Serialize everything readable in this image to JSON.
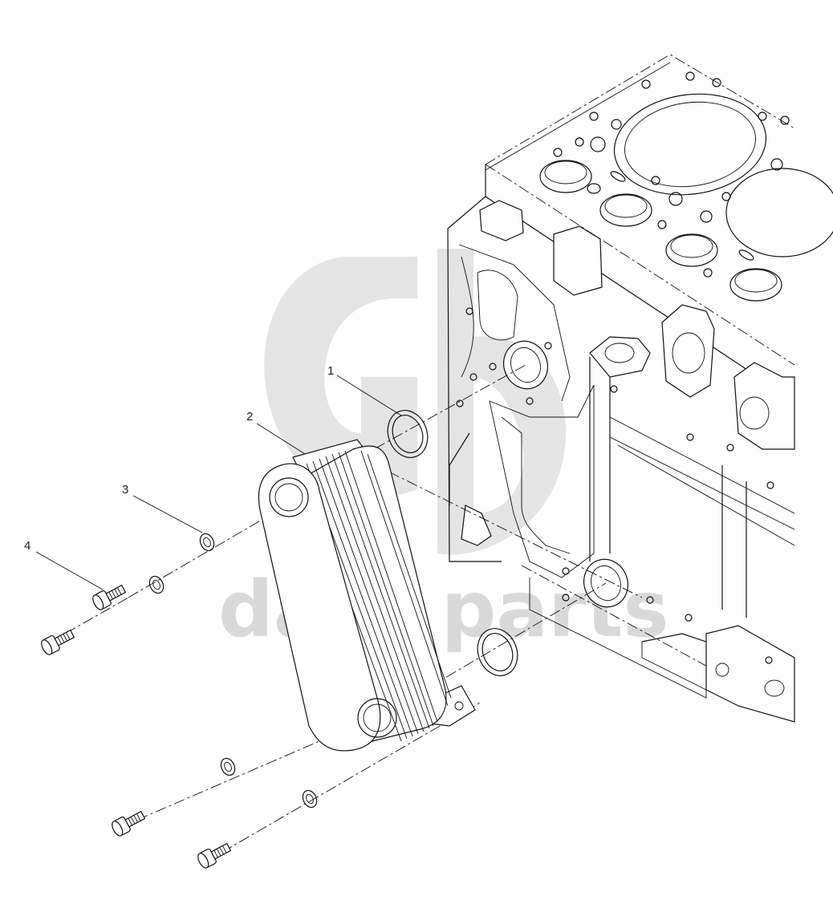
{
  "watermark": {
    "text": "data parts",
    "logo": "gb-logo-icon"
  },
  "callouts": [
    {
      "label": "1",
      "part": "o-ring"
    },
    {
      "label": "2",
      "part": "oil-cooler"
    },
    {
      "label": "3",
      "part": "washer"
    },
    {
      "label": "4",
      "part": "cap-screw"
    }
  ],
  "colors": {
    "line": "#111111",
    "background": "#ffffff",
    "watermark": "#d9d9d9"
  }
}
